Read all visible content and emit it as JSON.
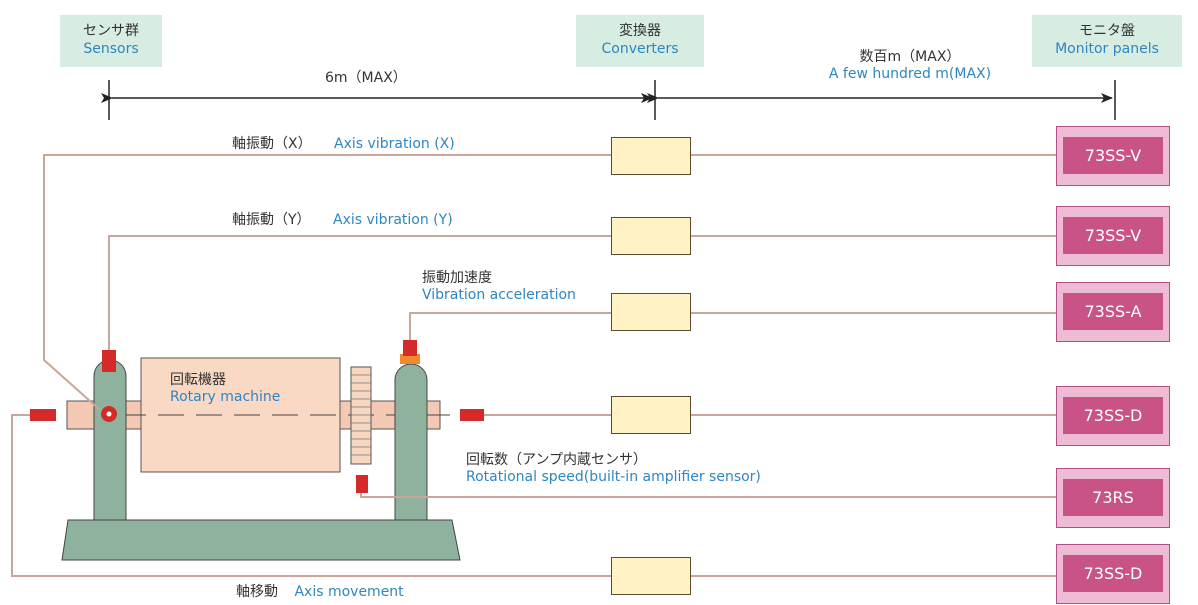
{
  "headers": {
    "sensors": {
      "jp": "センサ群",
      "en": "Sensors"
    },
    "converters": {
      "jp": "変換器",
      "en": "Converters"
    },
    "monitors": {
      "jp": "モニタ盤",
      "en": "Monitor panels"
    }
  },
  "distances": {
    "sensor_to_converter": "6m（MAX）",
    "converter_to_monitor_jp": "数百m（MAX）",
    "converter_to_monitor_en": "A few hundred m(MAX)"
  },
  "signals": {
    "axis_x": {
      "jp": "軸振動（X）",
      "en": "Axis vibration (X)"
    },
    "axis_y": {
      "jp": "軸振動（Y）",
      "en": "Axis vibration (Y)"
    },
    "accel": {
      "jp": "振動加速度",
      "en": "Vibration acceleration"
    },
    "speed": {
      "jp": "回転数（アンプ内蔵センサ）",
      "en": "Rotational speed(built-in amplifier sensor)"
    },
    "movement": {
      "jp": "軸移動",
      "en": "Axis movement"
    }
  },
  "machine": {
    "jp": "回転機器",
    "en": "Rotary machine"
  },
  "monitors": [
    "73SS-V",
    "73SS-V",
    "73SS-A",
    "73SS-D",
    "73RS",
    "73SS-D"
  ],
  "colors": {
    "header_bg": "#d7ede2",
    "english_text": "#2e86c1",
    "wire": "#c9a59a",
    "sensor": "#d42a2a",
    "monitor_outer": "#eebbd4",
    "monitor_inner": "#c95385",
    "converter": "#fff3c6",
    "machine": "#f9d9c4",
    "stand": "#8fb29e"
  }
}
